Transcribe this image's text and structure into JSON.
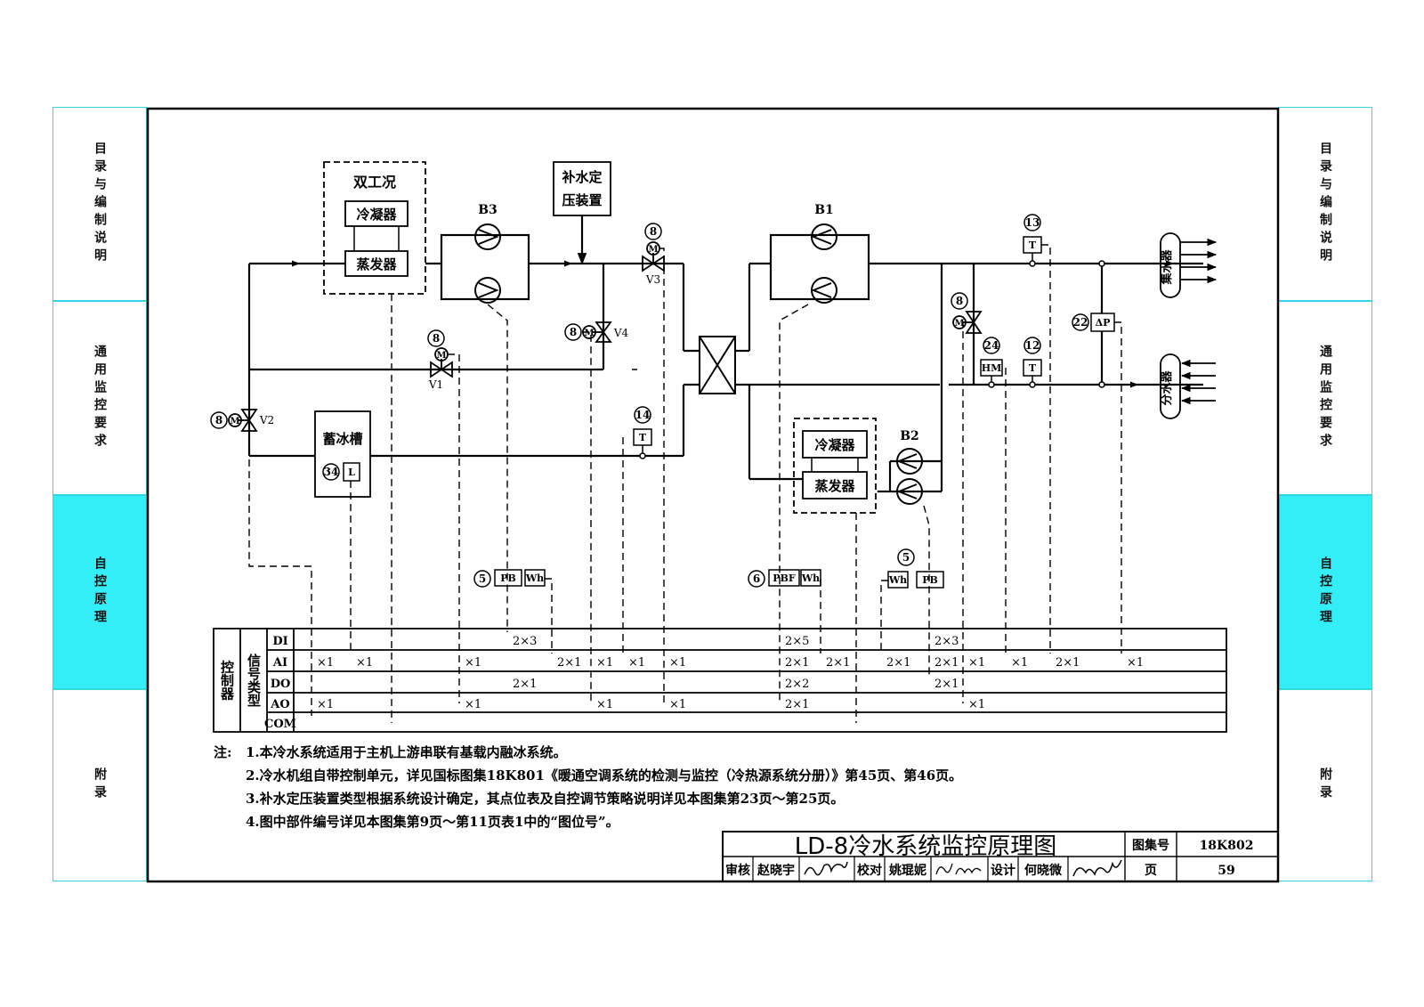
{
  "side_tabs": [
    {
      "label": "目录与编制说明",
      "active": false
    },
    {
      "label": "通用监控要求",
      "active": false
    },
    {
      "label": "自控原理",
      "active": true
    },
    {
      "label": "附录",
      "active": false
    }
  ],
  "equipment": {
    "dual_chiller_title": "双工况",
    "condenser": "冷凝器",
    "evaporator": "蒸发器",
    "ice_tank": "蓄冰槽",
    "makeup_line1": "补水定",
    "makeup_line2": "压装置",
    "collector": "集水器",
    "divider": "分水器"
  },
  "pumps": {
    "b3": "B3",
    "b1": "B1",
    "b2": "B2"
  },
  "valves": {
    "v1": "V1",
    "v2": "V2",
    "v3": "V3",
    "v4": "V4"
  },
  "instruments": {
    "num_8": "8",
    "num_5": "5",
    "num_6": "6",
    "num_12": "12",
    "num_13": "13",
    "num_14": "14",
    "num_22": "22",
    "num_24": "24",
    "num_34": "34",
    "m": "M",
    "t": "T",
    "l": "L",
    "pb": "PB",
    "pbf": "PBF",
    "wh": "Wh",
    "hm": "HM",
    "dp": "ΔP"
  },
  "controller": {
    "title": "控制器",
    "signal_type": "信号类型",
    "rows": [
      "DI",
      "AI",
      "DO",
      "AO",
      "COM"
    ],
    "points": {
      "x1": "×1",
      "x2": "×2",
      "x3": "×3",
      "x5": "×5",
      "c2x1": "2×1",
      "c2x2": "2×2",
      "c2x3": "2×3",
      "c2x5": "2×5"
    }
  },
  "notes": {
    "label": "注:",
    "items": [
      "1.本冷水系统适用于主机上游串联有基载内融冰系统。",
      "2.冷水机组自带控制单元，详见国标图集18K801《暖通空调系统的检测与监控（冷热源系统分册）》第45页、第46页。",
      "3.补水定压装置类型根据系统设计确定，其点位表及自控调节策略说明详见本图集第23页～第25页。",
      "4.图中部件编号详见本图集第9页～第11页表1中的“图位号”。"
    ]
  },
  "title_block": {
    "title": "LD-8冷水系统监控原理图",
    "atlas_label": "图集号",
    "atlas_no": "18K802",
    "review_label": "审核",
    "reviewer": "赵晓宇",
    "check_label": "校对",
    "checker": "姚琨妮",
    "design_label": "设计",
    "designer": "何晓微",
    "page_label": "页",
    "page_no": "59"
  }
}
